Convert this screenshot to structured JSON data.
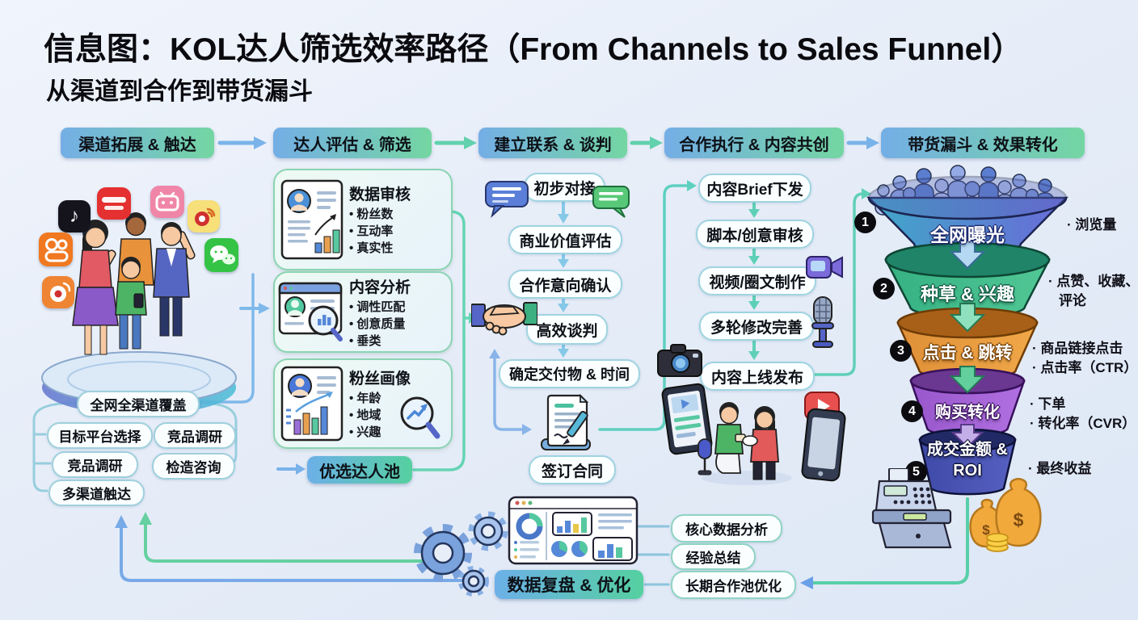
{
  "title": "信息图：KOL达人筛选效率路径（From Channels to Sales Funnel）",
  "subtitle": "从渠道到合作到带货漏斗",
  "stages": [
    {
      "label": "渠道拓展 & 触达"
    },
    {
      "label": "达人评估 & 筛选"
    },
    {
      "label": "建立联系 & 谈判"
    },
    {
      "label": "合作执行 & 内容共创"
    },
    {
      "label": "带货漏斗 & 效果转化"
    }
  ],
  "channel_column": {
    "platform_icons": [
      "douyin-icon",
      "xiaohongshu-icon",
      "bilibili-icon",
      "weibo-icon",
      "kuaishou-icon",
      "wechat-icon",
      "sina-weibo-icon"
    ],
    "coverage_pill": "全网全渠道覆盖",
    "pills": [
      "目标平台选择",
      "竞品调研",
      "竞品调研",
      "检造咨询",
      "多渠道触达"
    ]
  },
  "evaluation_column": {
    "cards": [
      {
        "title": "数据审核",
        "bullets": [
          "粉丝数",
          "互动率",
          "真实性"
        ]
      },
      {
        "title": "内容分析",
        "bullets": [
          "调性匹配",
          "创意质量",
          "垂类"
        ]
      },
      {
        "title": "粉丝画像",
        "bullets": [
          "年龄",
          "地域",
          "兴趣"
        ]
      }
    ],
    "result_pill": "优选达人池"
  },
  "contact_column": {
    "steps": [
      "初步对接",
      "商业价值评估",
      "合作意向确认",
      "高效谈判",
      "确定交付物 & 时间",
      "签订合同"
    ]
  },
  "execution_column": {
    "steps": [
      "内容Brief下发",
      "脚本/创意审核",
      "视频/圈文制作",
      "多轮修改完善",
      "内容上线发布"
    ]
  },
  "funnel": {
    "tiers": [
      {
        "num": "1",
        "label": "全网曝光",
        "notes": [
          "· 浏览量"
        ],
        "color": "#5b74cf"
      },
      {
        "num": "2",
        "label": "种草 & 兴趣",
        "notes": [
          "· 点赞、收藏、",
          "评论"
        ],
        "color": "#3fb584"
      },
      {
        "num": "3",
        "label": "点击 & 跳转",
        "notes": [
          "· 商品链接点击",
          "· 点击率（CTR）"
        ],
        "color": "#e8963a"
      },
      {
        "num": "4",
        "label": "购买转化",
        "notes": [
          "· 下单",
          "· 转化率（CVR）"
        ],
        "color": "#9c5fd0"
      },
      {
        "num": "5",
        "label": "成交金额 & ROI",
        "notes": [
          "· 最终收益"
        ],
        "color": "#4753b5"
      }
    ]
  },
  "review": {
    "pill": "数据复盘 & 优化",
    "items": [
      "核心数据分析",
      "经验总结",
      "长期合作池优化"
    ]
  },
  "colors": {
    "stage_gradient_left": "#74aee6",
    "stage_gradient_right": "#74d6a2",
    "background": "#e6edf8",
    "connector_blue": "#79b3e9",
    "connector_teal": "#62d1ad"
  }
}
